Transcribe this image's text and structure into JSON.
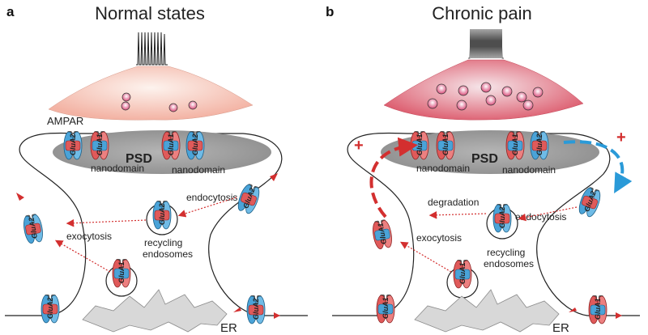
{
  "panels": [
    {
      "letter": "a",
      "title": "Normal states",
      "ampar_label": "AMPAR",
      "psd_label": "PSD",
      "nanodomain_left": "nanodomain",
      "nanodomain_right": "nanodomain",
      "endocytosis": "endocytosis",
      "exocytosis": "exocytosis",
      "recycling": "recycling",
      "endosomes": "endosomes",
      "er": "ER",
      "receptors": {
        "r1": "GluA2",
        "r2": "GluA1",
        "r3": "GluA1",
        "r4": "GluA2",
        "r5": "GluA2",
        "r6": "GluA2",
        "r7": "GluA2",
        "r8": "GluA1",
        "r9": "GluA2",
        "r10": "GluA2"
      }
    },
    {
      "letter": "b",
      "title": "Chronic pain",
      "psd_label": "PSD",
      "nanodomain_left": "nanodomain",
      "nanodomain_right": "nanodomain",
      "degradation": "degradation",
      "endocytosis": "endocytosis",
      "exocytosis": "exocytosis",
      "recycling": "recycling",
      "endosomes": "endosomes",
      "er": "ER",
      "plus_left": "+",
      "plus_right": "+",
      "receptors": {
        "r1": "GluA1",
        "r2": "GluA1",
        "r3": "GluA1",
        "r4": "GluA2",
        "r5": "GluA2",
        "r6": "GluA1",
        "r7": "GluA2",
        "r8": "GluA1",
        "r9": "GluA1",
        "r10": "GluA1"
      }
    }
  ],
  "colors": {
    "glua2": "#4aa3d8",
    "glua1": "#e05a5a",
    "arrow": "#d32f2f",
    "blue_arrow": "#2a9ad8",
    "psd": "#9e9e9e",
    "neuron_normal": "#f7c2b3",
    "neuron_pain": "#e8727f"
  }
}
